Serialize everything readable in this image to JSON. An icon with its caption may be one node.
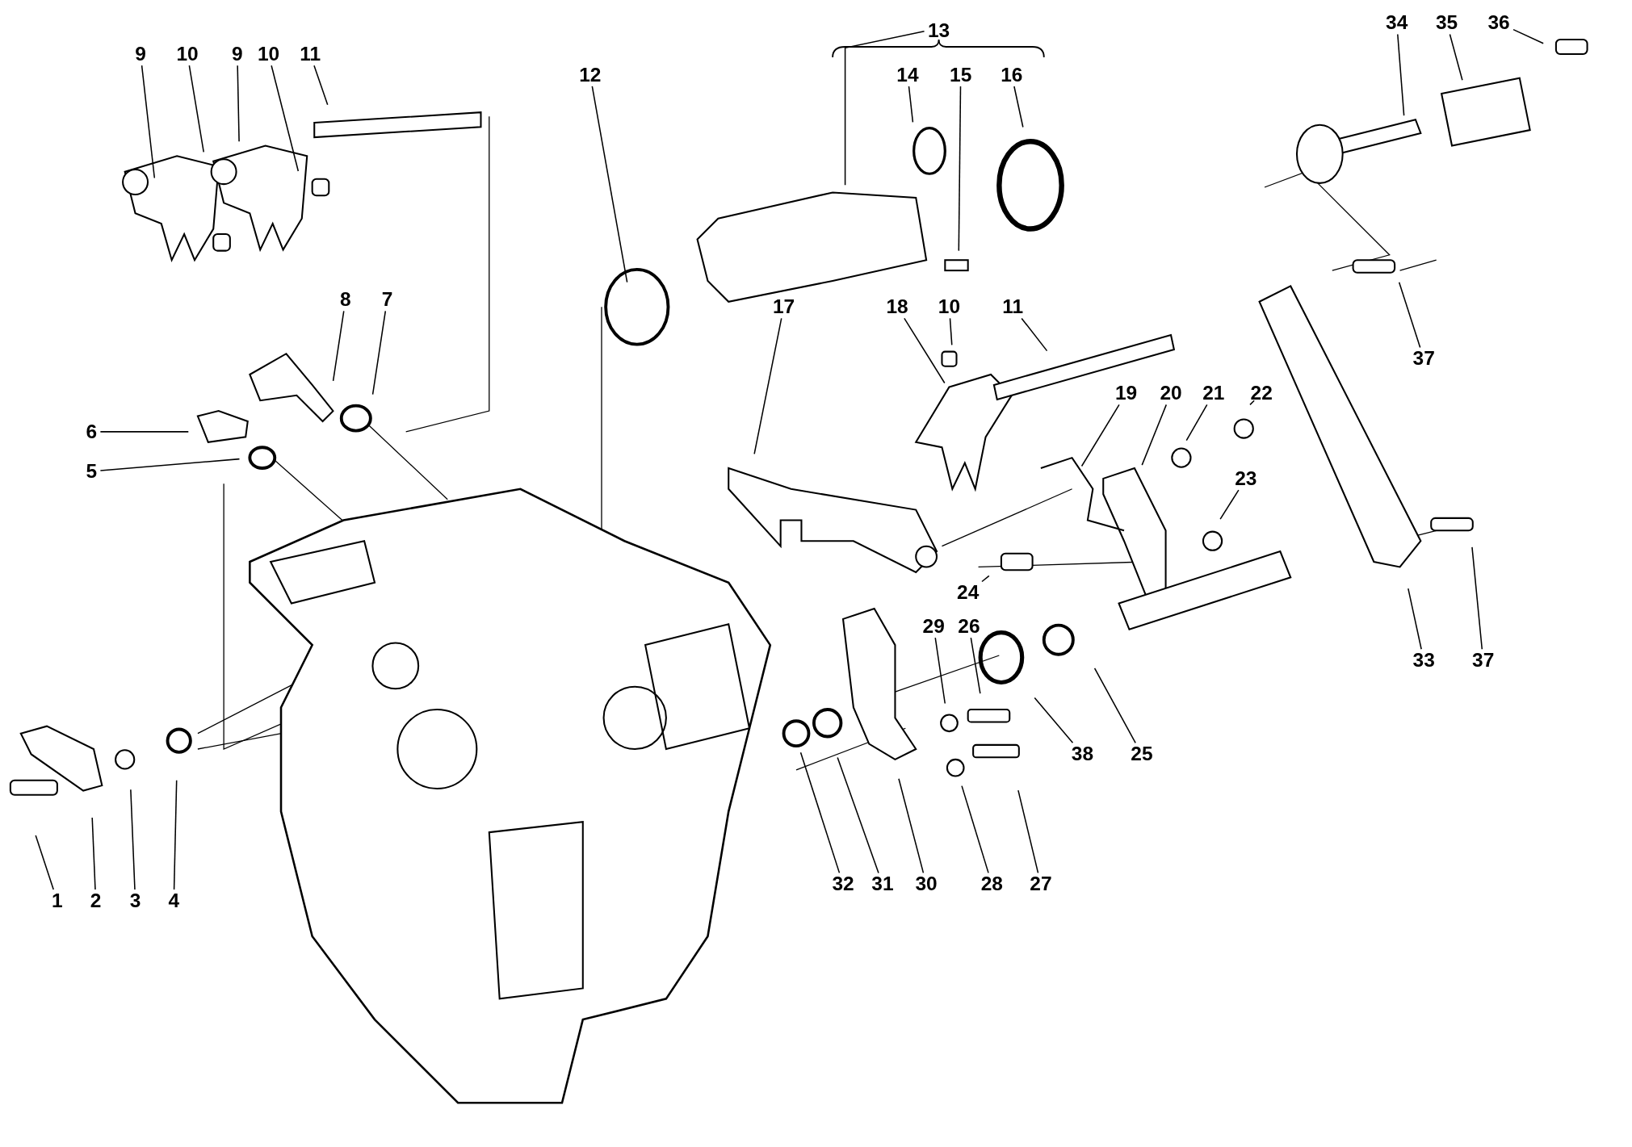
{
  "diagram": {
    "nodes": [
      {
        "text": [
          "9"
        ]
      },
      {
        "text": [
          "10"
        ]
      },
      {
        "text": [
          "9"
        ]
      },
      {
        "text": [
          "10"
        ]
      },
      {
        "text": [
          "11"
        ]
      },
      {
        "text": [
          "12"
        ]
      },
      {
        "text": [
          "13"
        ]
      },
      {
        "text": [
          "14"
        ]
      },
      {
        "text": [
          "15"
        ]
      },
      {
        "text": [
          "16"
        ]
      },
      {
        "text": [
          "34"
        ]
      },
      {
        "text": [
          "35"
        ]
      },
      {
        "text": [
          "36"
        ]
      },
      {
        "text": [
          "8"
        ]
      },
      {
        "text": [
          "7"
        ]
      },
      {
        "text": [
          "17"
        ]
      },
      {
        "text": [
          "18"
        ]
      },
      {
        "text": [
          "10"
        ]
      },
      {
        "text": [
          "11"
        ]
      },
      {
        "text": [
          "37"
        ]
      },
      {
        "text": [
          "19"
        ]
      },
      {
        "text": [
          "20"
        ]
      },
      {
        "text": [
          "21"
        ]
      },
      {
        "text": [
          "22"
        ]
      },
      {
        "text": [
          "6"
        ]
      },
      {
        "text": [
          "5"
        ]
      },
      {
        "text": [
          "23"
        ]
      },
      {
        "text": [
          "24"
        ]
      },
      {
        "text": [
          "29"
        ]
      },
      {
        "text": [
          "26"
        ]
      },
      {
        "text": [
          "33"
        ]
      },
      {
        "text": [
          "37"
        ]
      },
      {
        "text": [
          "38"
        ]
      },
      {
        "text": [
          "25"
        ]
      },
      {
        "text": [
          "1"
        ]
      },
      {
        "text": [
          "2"
        ]
      },
      {
        "text": [
          "3"
        ]
      },
      {
        "text": [
          "4"
        ]
      },
      {
        "text": [
          "32"
        ]
      },
      {
        "text": [
          "31"
        ]
      },
      {
        "text": [
          "30"
        ]
      },
      {
        "text": [
          "28"
        ]
      },
      {
        "text": [
          "27"
        ]
      }
    ],
    "edges": [
      {
        "from": 0,
        "to": null,
        "arrow": "none"
      },
      {
        "from": 1,
        "to": null,
        "arrow": "none"
      },
      {
        "from": 2,
        "to": null,
        "arrow": "none"
      },
      {
        "from": 3,
        "to": null,
        "arrow": "none"
      },
      {
        "from": 4,
        "to": null,
        "arrow": "none"
      },
      {
        "from": 5,
        "to": null,
        "arrow": "none"
      },
      {
        "from": 6,
        "to": null,
        "arrow": "none"
      },
      {
        "from": 7,
        "to": null,
        "arrow": "none"
      },
      {
        "from": 8,
        "to": null,
        "arrow": "none"
      },
      {
        "from": 9,
        "to": null,
        "arrow": "none"
      },
      {
        "from": 10,
        "to": null,
        "arrow": "none"
      },
      {
        "from": 11,
        "to": null,
        "arrow": "none"
      },
      {
        "from": 12,
        "to": null,
        "arrow": "none"
      },
      {
        "from": 13,
        "to": null,
        "arrow": "none"
      },
      {
        "from": 14,
        "to": null,
        "arrow": "none"
      },
      {
        "from": 15,
        "to": null,
        "arrow": "none"
      },
      {
        "from": 16,
        "to": null,
        "arrow": "none"
      },
      {
        "from": 17,
        "to": null,
        "arrow": "none"
      },
      {
        "from": 18,
        "to": null,
        "arrow": "none"
      },
      {
        "from": 19,
        "to": null,
        "arrow": "none"
      },
      {
        "from": 20,
        "to": null,
        "arrow": "none"
      },
      {
        "from": 21,
        "to": null,
        "arrow": "none"
      },
      {
        "from": 22,
        "to": null,
        "arrow": "none"
      },
      {
        "from": 23,
        "to": null,
        "arrow": "none"
      },
      {
        "from": 24,
        "to": null,
        "arrow": "none"
      },
      {
        "from": 25,
        "to": null,
        "arrow": "none"
      },
      {
        "from": 26,
        "to": null,
        "arrow": "none"
      },
      {
        "from": 27,
        "to": null,
        "arrow": "none"
      },
      {
        "from": 28,
        "to": null,
        "arrow": "none"
      },
      {
        "from": 29,
        "to": null,
        "arrow": "none"
      },
      {
        "from": 30,
        "to": null,
        "arrow": "none"
      },
      {
        "from": 31,
        "to": null,
        "arrow": "none"
      },
      {
        "from": 32,
        "to": null,
        "arrow": "none"
      },
      {
        "from": 33,
        "to": null,
        "arrow": "none"
      },
      {
        "from": 34,
        "to": null,
        "arrow": "none"
      },
      {
        "from": 35,
        "to": null,
        "arrow": "none"
      },
      {
        "from": 36,
        "to": null,
        "arrow": "none"
      },
      {
        "from": 37,
        "to": null,
        "arrow": "none"
      },
      {
        "from": 38,
        "to": null,
        "arrow": "none"
      },
      {
        "from": 39,
        "to": null,
        "arrow": "none"
      },
      {
        "from": 40,
        "to": null,
        "arrow": "none"
      },
      {
        "from": 41,
        "to": null,
        "arrow": "none"
      },
      {
        "from": 42,
        "to": null,
        "arrow": "none"
      }
    ]
  }
}
